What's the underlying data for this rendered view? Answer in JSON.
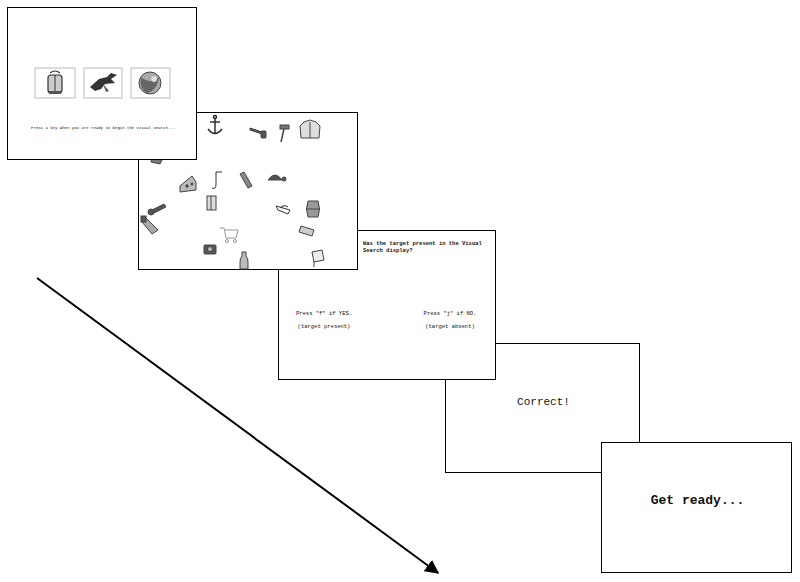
{
  "diagram": {
    "nodes": [
      {
        "text": [
          "Press a key when you are ready to begin the Visual Search..."
        ]
      },
      {
        "text": [
          "Was the target present in the Visual Search display?",
          "Press \"f\" if YES.",
          "(target present)",
          "Press \"j\" if NO.",
          "(target absent)"
        ]
      },
      {
        "text": [
          "Correct!"
        ]
      },
      {
        "text": [
          "Get ready..."
        ]
      }
    ]
  }
}
